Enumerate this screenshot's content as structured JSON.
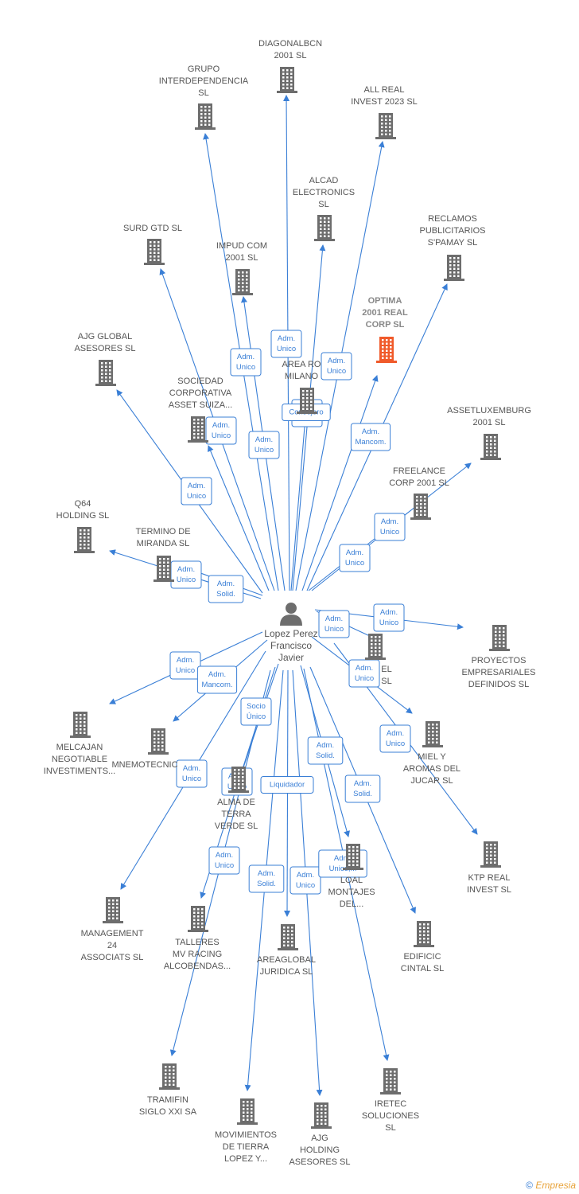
{
  "center": {
    "lines": [
      "Lopez Perez",
      "Francisco",
      "Javier"
    ],
    "icon": "person-icon"
  },
  "colors": {
    "edge": "#3a7fd6",
    "building": "#6d6d6d",
    "highlight": "#f05a2a"
  },
  "nodes": [
    {
      "id": "diagonalbcn",
      "lines": [
        "DIAGONALBCN",
        "2001  SL"
      ]
    },
    {
      "id": "grupo-interdependencia",
      "lines": [
        "GRUPO",
        "INTERDEPENDENCIA",
        "SL"
      ]
    },
    {
      "id": "all-real-invest",
      "lines": [
        "ALL REAL",
        "INVEST 2023  SL"
      ]
    },
    {
      "id": "alcad-electronics",
      "lines": [
        "ALCAD",
        "ELECTRONICS",
        "SL"
      ]
    },
    {
      "id": "reclamos-publicitarios",
      "lines": [
        "RECLAMOS",
        "PUBLICITARIOS",
        "S'PAMAY SL"
      ]
    },
    {
      "id": "surd-gtd",
      "lines": [
        "SURD GTD  SL"
      ]
    },
    {
      "id": "impud-com",
      "lines": [
        "IMPUD COM",
        "2001  SL"
      ]
    },
    {
      "id": "optima-2001",
      "lines": [
        "OPTIMA",
        "2001 REAL",
        "CORP  SL"
      ],
      "highlight": true
    },
    {
      "id": "ajg-global",
      "lines": [
        "AJG GLOBAL",
        "ASESORES  SL"
      ]
    },
    {
      "id": "area-ro-milano",
      "lines": [
        "AREA RO",
        "MILANO"
      ]
    },
    {
      "id": "sociedad-corporativa",
      "lines": [
        "SOCIEDAD",
        "CORPORATIVA",
        "ASSET SUIZA..."
      ]
    },
    {
      "id": "assetluxemburg",
      "lines": [
        "ASSETLUXEMBURG",
        "2001  SL"
      ]
    },
    {
      "id": "freelance-corp",
      "lines": [
        "FREELANCE",
        "CORP 2001  SL"
      ]
    },
    {
      "id": "q64-holding",
      "lines": [
        "Q64",
        "HOLDING  SL"
      ]
    },
    {
      "id": "termino-miranda",
      "lines": [
        "TERMINO DE",
        "MIRANDA  SL"
      ]
    },
    {
      "id": "proyectos-empresariales",
      "lines": [
        "PROYECTOS",
        "EMPRESARIALES",
        "DEFINIDOS  SL"
      ]
    },
    {
      "id": "el-sl",
      "lines": [
        "EL",
        "SL"
      ]
    },
    {
      "id": "melcajan",
      "lines": [
        "MELCAJAN",
        "NEGOTIABLE",
        "INVESTIMENTS..."
      ]
    },
    {
      "id": "mnemotecnic",
      "lines": [
        "MNEMOTECNIC"
      ]
    },
    {
      "id": "miel-aromas",
      "lines": [
        "MIEL Y",
        "AROMAS DEL",
        "JUCAR  SL"
      ]
    },
    {
      "id": "alma-de-terra",
      "lines": [
        "ALMA DE",
        "TERRA",
        "VERDE  SL"
      ]
    },
    {
      "id": "ktp-real",
      "lines": [
        "KTP REAL",
        "INVEST  SL"
      ]
    },
    {
      "id": "management-24",
      "lines": [
        "MANAGEMENT",
        "24",
        "ASSOCIATS  SL"
      ]
    },
    {
      "id": "talleres-mv",
      "lines": [
        "TALLERES",
        "MV RACING",
        "ALCOBENDAS..."
      ]
    },
    {
      "id": "areaglobal",
      "lines": [
        "AREAGLOBAL",
        "JURIDICA  SL"
      ]
    },
    {
      "id": "loal-montajes",
      "lines": [
        "LOAL",
        "MONTAJES",
        "DEL..."
      ]
    },
    {
      "id": "edificic-cintal",
      "lines": [
        "EDIFICIC",
        "CINTAL  SL"
      ]
    },
    {
      "id": "tramifin",
      "lines": [
        "TRAMIFIN",
        "SIGLO XXI SA"
      ]
    },
    {
      "id": "movimientos-tierra",
      "lines": [
        "MOVIMIENTOS",
        "DE TIERRA",
        "LOPEZ Y..."
      ]
    },
    {
      "id": "ajg-holding",
      "lines": [
        "AJG",
        "HOLDING",
        "ASESORES  SL"
      ]
    },
    {
      "id": "iretec",
      "lines": [
        "IRETEC",
        "SOLUCIONES",
        "SL"
      ]
    }
  ],
  "edges": [
    {
      "to": "diagonalbcn",
      "lines": [
        "Adm.",
        "Unico"
      ]
    },
    {
      "to": "grupo-interdependencia",
      "lines": [
        "Adm.",
        "Unico"
      ]
    },
    {
      "to": "all-real-invest",
      "lines": [
        "Adm.",
        "Unico"
      ]
    },
    {
      "to": "alcad-electronics",
      "lines": [
        "Adm.",
        "Unico"
      ]
    },
    {
      "to": "reclamos-publicitarios",
      "lines": [
        "Adm.",
        "Unico"
      ]
    },
    {
      "to": "surd-gtd",
      "lines": [
        "Adm.",
        "Unico"
      ]
    },
    {
      "to": "impud-com",
      "lines": [
        "Adm.",
        "Unico"
      ]
    },
    {
      "to": "optima-2001",
      "lines": [
        "Adm.",
        "Mancom."
      ]
    },
    {
      "to": "ajg-global",
      "lines": [
        "Adm.",
        "Unico"
      ]
    },
    {
      "to": "area-ro-milano",
      "lines": [
        "Consejero"
      ]
    },
    {
      "to": "sociedad-corporativa",
      "lines": [
        "Adm.",
        "Unico"
      ]
    },
    {
      "to": "assetluxemburg",
      "lines": [
        "Adm.",
        "Unico"
      ]
    },
    {
      "to": "freelance-corp",
      "lines": [
        "Adm.",
        "Unico"
      ]
    },
    {
      "to": "q64-holding",
      "lines": [
        "Adm.",
        "Unico"
      ]
    },
    {
      "to": "termino-miranda",
      "lines": [
        "Adm.",
        "Solid."
      ]
    },
    {
      "to": "proyectos-empresariales",
      "lines": [
        "Adm.",
        "Unico"
      ]
    },
    {
      "to": "el-sl",
      "lines": [
        "Adm.",
        "Unico"
      ]
    },
    {
      "to": "melcajan",
      "lines": [
        "Adm.",
        "Unico"
      ]
    },
    {
      "to": "mnemotecnic",
      "lines": [
        "Adm.",
        "Mancom."
      ]
    },
    {
      "to": "miel-aromas",
      "lines": [
        "Adm.",
        "Unico"
      ]
    },
    {
      "to": "alma-de-terra",
      "lines": [
        "Socio",
        "Único"
      ]
    },
    {
      "to": "ktp-real",
      "lines": [
        "Adm.",
        "Unico"
      ]
    },
    {
      "to": "management-24",
      "lines": [
        "Adm.",
        "Unico"
      ]
    },
    {
      "to": "talleres-mv",
      "lines": [
        "Adm.",
        "Unico"
      ]
    },
    {
      "to": "areaglobal",
      "lines": [
        "Liquidador"
      ]
    },
    {
      "to": "loal-montajes",
      "lines": [
        "Adm.",
        "Solid."
      ]
    },
    {
      "to": "edificic-cintal",
      "lines": [
        "Adm.",
        "Solid."
      ]
    },
    {
      "to": "tramifin",
      "lines": [
        "Adm.",
        "Unico"
      ]
    },
    {
      "to": "movimientos-tierra",
      "lines": [
        "Adm.",
        "Solid."
      ]
    },
    {
      "to": "ajg-holding",
      "lines": [
        "Adm.",
        "Unico"
      ]
    },
    {
      "to": "iretec",
      "lines": [
        "Adm.",
        "Unico,..."
      ]
    }
  ],
  "footer": {
    "copyright_symbol": "©",
    "brand": "Empresia"
  }
}
